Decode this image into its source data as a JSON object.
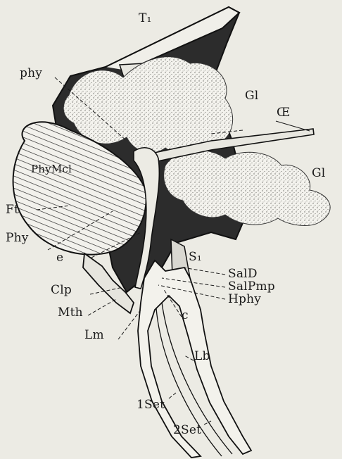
{
  "figure": {
    "labels": {
      "T1": "T₁",
      "phy_upper": "phy",
      "Gl_upper": "Gl",
      "OE": "Œ",
      "PhyMcl": "PhyMcl",
      "Gl_right": "Gl",
      "Ft": "Ft",
      "Phy": "Phy",
      "e": "e",
      "S1": "S₁",
      "SalD": "SalD",
      "SalPmp": "SalPmp",
      "Hphy": "Hphy",
      "Clp": "Clp",
      "Mth": "Mth",
      "c": "c",
      "Lm": "Lm",
      "Lb": "Lb",
      "1Set": "1Set",
      "2Set": "2Set"
    }
  }
}
